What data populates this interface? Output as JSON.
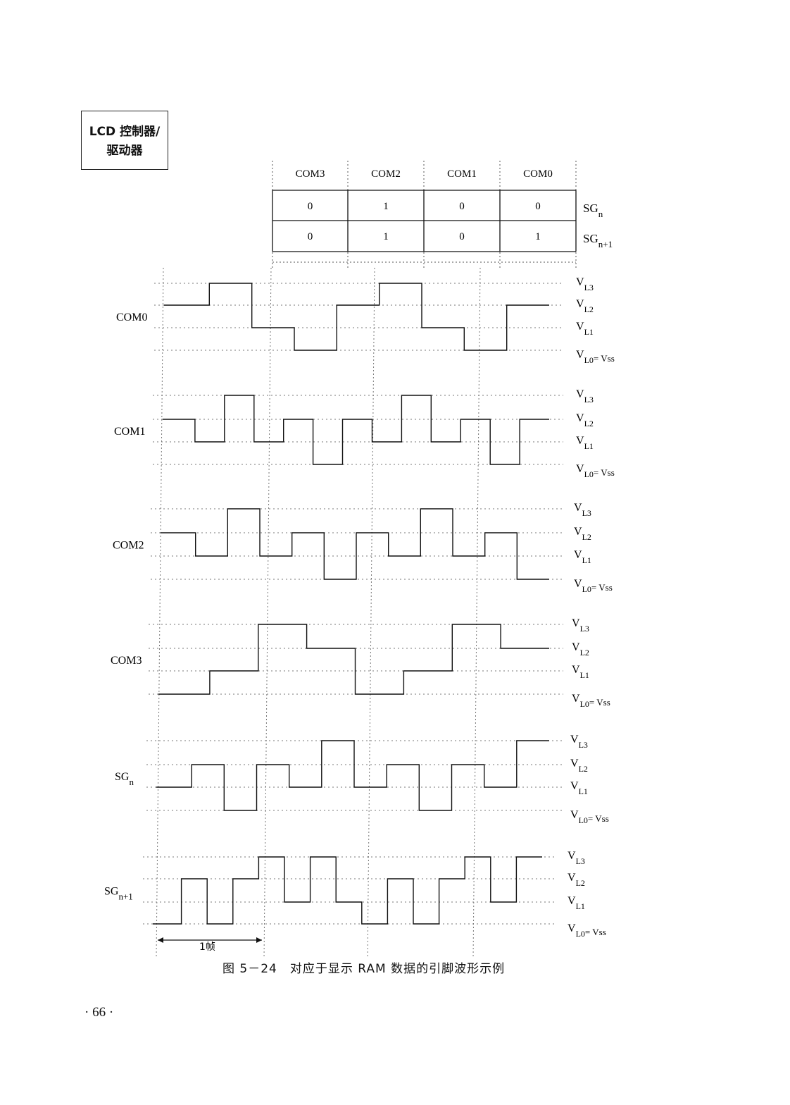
{
  "side_box": {
    "line1": "LCD 控制器/",
    "line2": "驱动器"
  },
  "ram_table": {
    "columns": [
      "COM3",
      "COM2",
      "COM1",
      "COM0"
    ],
    "rows": [
      {
        "label": "SG",
        "sub": "n",
        "cells": [
          "0",
          "1",
          "0",
          "0"
        ]
      },
      {
        "label": "SG",
        "sub": "n+1",
        "cells": [
          "0",
          "1",
          "0",
          "1"
        ]
      }
    ]
  },
  "levels": [
    {
      "main": "V",
      "sub": "L3"
    },
    {
      "main": "V",
      "sub": "L2"
    },
    {
      "main": "V",
      "sub": "L1"
    },
    {
      "main": "V",
      "sub": "L0",
      "suffix": "= Vss"
    }
  ],
  "waveforms": [
    {
      "label": "COM0",
      "sub": "",
      "levels": [
        2,
        3,
        1,
        0,
        2,
        3,
        1,
        0,
        2
      ]
    },
    {
      "label": "COM1",
      "sub": "",
      "levels": [
        2,
        1,
        3,
        1,
        2,
        0,
        2,
        1,
        3,
        1,
        2,
        0,
        2
      ]
    },
    {
      "label": "COM2",
      "sub": "",
      "levels": [
        2,
        1,
        3,
        1,
        2,
        0,
        2,
        1,
        3,
        1,
        2,
        0
      ]
    },
    {
      "label": "COM3",
      "sub": "",
      "levels": [
        0,
        1,
        3,
        2,
        0,
        1,
        3,
        2
      ]
    },
    {
      "label": "SG",
      "sub": "n",
      "levels": [
        1,
        2,
        0,
        2,
        1,
        3,
        1,
        2,
        0,
        2,
        1,
        3
      ]
    },
    {
      "label": "SG",
      "sub": "n+1",
      "levels": [
        0,
        2,
        0,
        2,
        3,
        1,
        3,
        1,
        0,
        2,
        0,
        2,
        3,
        1,
        3
      ]
    }
  ],
  "frame_label": "1帧",
  "caption": "图 5－24　对应于显示 RAM 数据的引脚波形示例",
  "page_number": "· 66 ·"
}
